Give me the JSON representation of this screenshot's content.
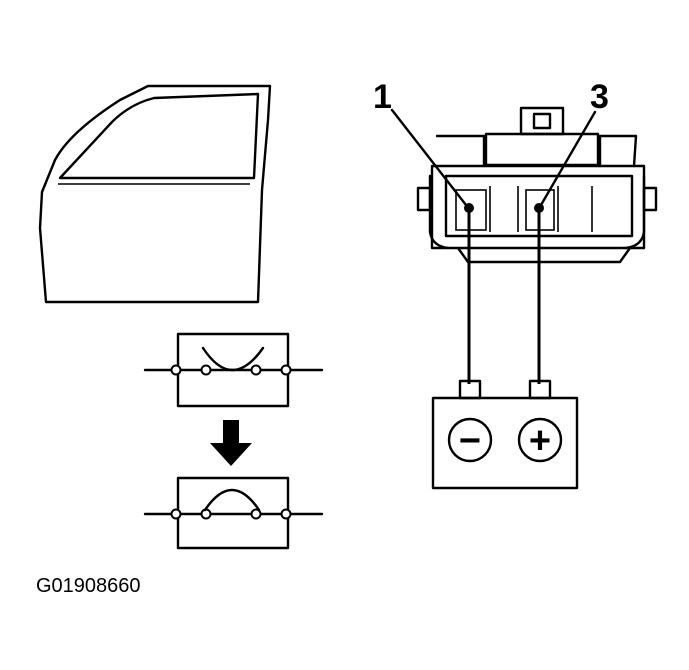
{
  "diagram": {
    "labels": {
      "pin_a": "1",
      "pin_b": "3",
      "figure_id": "G01908660"
    },
    "battery": {
      "negative_symbol": "−",
      "positive_symbol": "+"
    },
    "icons": {
      "door": "car-front-door-icon",
      "switch_off": "switch-open-contact-icon",
      "switch_on": "switch-closed-contact-icon",
      "arrow": "arrow-down-icon",
      "connector": "switch-connector-icon",
      "battery": "battery-icon"
    },
    "colors": {
      "line": "#000000",
      "background": "#ffffff"
    }
  }
}
